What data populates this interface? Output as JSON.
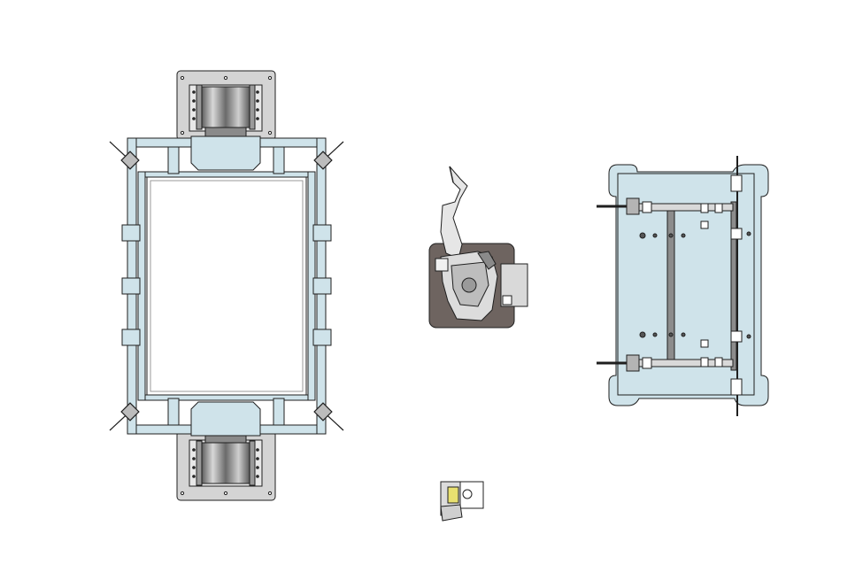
{
  "drawing": {
    "background": "#ffffff",
    "colors": {
      "outline": "#1f1f1f",
      "frame_fill": "#cfe3ea",
      "plate_fill": "#d4d4d4",
      "roller_dark": "#5a5a5a",
      "roller_light": "#c8c8c8",
      "robot_base": "#6e6460",
      "cross_bar": "#8c8c8c",
      "bracket_yellow": "#e8e070"
    },
    "components": [
      {
        "id": "positioner-frame",
        "icon": "rectangular-positioner-frame-icon"
      },
      {
        "id": "welding-robot",
        "icon": "robot-arm-icon"
      },
      {
        "id": "fixture-table",
        "icon": "fixture-table-icon"
      },
      {
        "id": "small-positioner",
        "icon": "small-positioner-icon"
      }
    ]
  }
}
